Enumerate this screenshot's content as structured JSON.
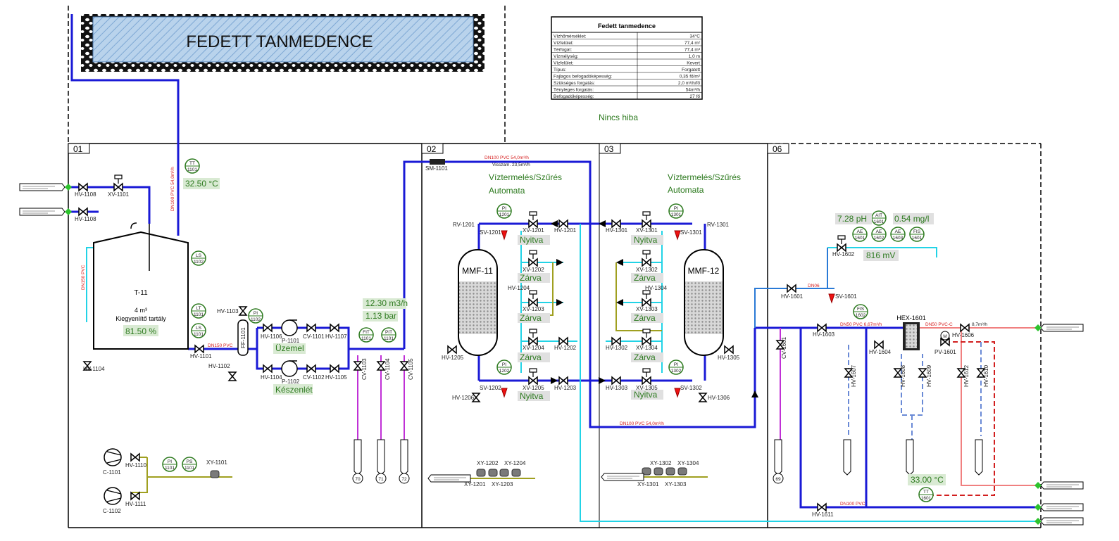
{
  "pool": {
    "title": "FEDETT TANMEDENCE"
  },
  "status_text": "Nincs hiba",
  "section_labels": [
    "01",
    "02",
    "03",
    "06"
  ],
  "info_table": {
    "title": "Fedett tanmedence",
    "rows": [
      [
        "Vízhőmérséklet:",
        "34°C"
      ],
      [
        "Vízfelület:",
        "77,4 m²"
      ],
      [
        "Térfogat:",
        "77,4 m³"
      ],
      [
        "Vízmélység:",
        "1,0 m"
      ],
      [
        "Vízfelület:",
        "Kevert"
      ],
      [
        "Típus:",
        "Forgatott"
      ],
      [
        "Fajlagos befogadóképesség:",
        "0,35 fő/m²"
      ],
      [
        "Szükséges forgatás:",
        "2,0 m³/h/fő"
      ],
      [
        "Tényleges forgatás:",
        "54m³/h"
      ],
      [
        "Befogadóképesség:",
        "27 fő"
      ]
    ]
  },
  "tank": {
    "name": "T-11",
    "volume": "4 m³",
    "desc": "Kiegyenlítő tartály",
    "level": "81.50 %"
  },
  "temp_top": "32.50 °C",
  "pipe_labels": {
    "dn100_vertical": "DN100 PVC  54,0m³/h",
    "dn150_vertical": "DN150 PVC",
    "dn150_horizontal": "DN150 PVC",
    "dn100_top": "DN100 PVC  54,0m³/h",
    "visszam": "Visszam. 23,5m³/h",
    "dn100_bottom": "DN100 PVC  54,0m³/h",
    "dn06": "DN06",
    "dn50_a": "DN50 PVC  6,67m³/h",
    "dn50_b": "DN50 PVC-C",
    "flow_87": "8,7m³/h",
    "dn100_06": "DN100 PVC"
  },
  "pumps": {
    "status_run": "Üzemel",
    "status_standby": "Készenlét"
  },
  "flow_reading": "12.30 m3/h",
  "pressure_reading": "1.13 bar",
  "filters": [
    {
      "name": "MMF-11",
      "mode": "Víztermelés/Szűrés",
      "auto": "Automata"
    },
    {
      "name": "MMF-12",
      "mode": "Víztermelés/Szűrés",
      "auto": "Automata"
    }
  ],
  "valve_status": {
    "xv1201": "Nyitva",
    "xv1202": "Zárva",
    "xv1203": "Zárva",
    "xv1204": "Zárva",
    "xv1205": "Nyitva",
    "xv1301": "Nyitva",
    "xv1302": "Zárva",
    "xv1303": "Zárva",
    "xv1304": "Zárva",
    "xv1305": "Nyitva"
  },
  "chem": {
    "ph": "7.28 pH",
    "chlorine": "0.54 mg/l",
    "redox": "816 mV"
  },
  "hex": {
    "name": "HEX-1601"
  },
  "temp_06": "33.00 °C",
  "links": [
    "70",
    "71",
    "72",
    "69"
  ],
  "tags": {
    "hv1108a": "HV-1108",
    "hv1108b": "HV-1108",
    "xv1101": "XV-1101",
    "tt1101": "TT",
    "tt1101n": "1101",
    "ls1102": "LS",
    "lt1101": "LT",
    "ls1101": "LS",
    "hv1104": "HV-1104",
    "hv1101": "HV-1101",
    "hv1102": "HV-1102",
    "hv1103": "HV-1103",
    "pi1102": "PI",
    "ff1101": "FF-1101",
    "hv1106": "HV-1106",
    "p1101": "P-1101",
    "cv1101": "CV-1101",
    "hv1107": "HV-1107",
    "hv1104b": "HV-1104",
    "p1102": "P-1102",
    "cv1102": "CV-1102",
    "hv1105": "HV-1105",
    "fit": "FIT",
    "pit": "PIT",
    "cv1103": "CV-1103",
    "cv1104": "CV-1104",
    "cv1105": "CV-1105",
    "c1101": "C-1101",
    "c1102": "C-1102",
    "hv1110": "HV-1110",
    "hv1111": "HV-1111",
    "pi1101": "PI",
    "ps1101": "PS",
    "xy1101": "XY-1101",
    "sm1101": "SM-1101",
    "rv1201": "RV-1201",
    "sv1201": "SV-1201",
    "xv1201": "XV-1201",
    "hv1201": "HV-1201",
    "xv1202": "XV-1202",
    "hv1204": "HV-1204",
    "xv1203": "XV-1203",
    "xv1204": "XV-1204",
    "hv1202": "HV-1202",
    "hv1205": "HV-1205",
    "sv1202": "SV-1202",
    "xv1205": "XV-1205",
    "hv1203": "HV-1203",
    "hv1206": "HV-1206",
    "xy1202": "XY-1202",
    "xy1204": "XY-1204",
    "xy1201": "XY-1201",
    "xy1203": "XY-1203",
    "hv1301": "HV-1301",
    "xv1301": "XV-1301",
    "sv1301": "SV-1301",
    "rv1301": "RV-1301",
    "xv1302": "XV-1302",
    "hv1304": "HV-1304",
    "xv1303": "XV-1303",
    "hv1302": "HV-1302",
    "xv1304": "XV-1304",
    "hv1305": "HV-1305",
    "hv1303": "HV-1303",
    "xv1305": "XV-1305",
    "sv1302": "SV-1302",
    "hv1306": "HV-1306",
    "xy1302": "XY-1302",
    "xy1304": "XY-1304",
    "xy1301": "XY-1301",
    "xy1303": "XY-1303",
    "hv1602": "HV-1602",
    "hv1601": "HV-1601",
    "sv1601": "SV-1601",
    "cv1601": "CV-1601",
    "hv1603": "HV-1603",
    "hv1604": "HV-1604",
    "pv1601": "PV-1601",
    "hv1606": "HV-1606",
    "hv1607": "HV-1607",
    "hv1608": "HV-1608",
    "hv1609": "HV-1609",
    "hv1612": "HV-1612",
    "hv1610": "HV-1610",
    "hv1611": "HV-1611",
    "fis1602": "FIS",
    "ait1601": "AIT",
    "tt1601": "TT"
  }
}
